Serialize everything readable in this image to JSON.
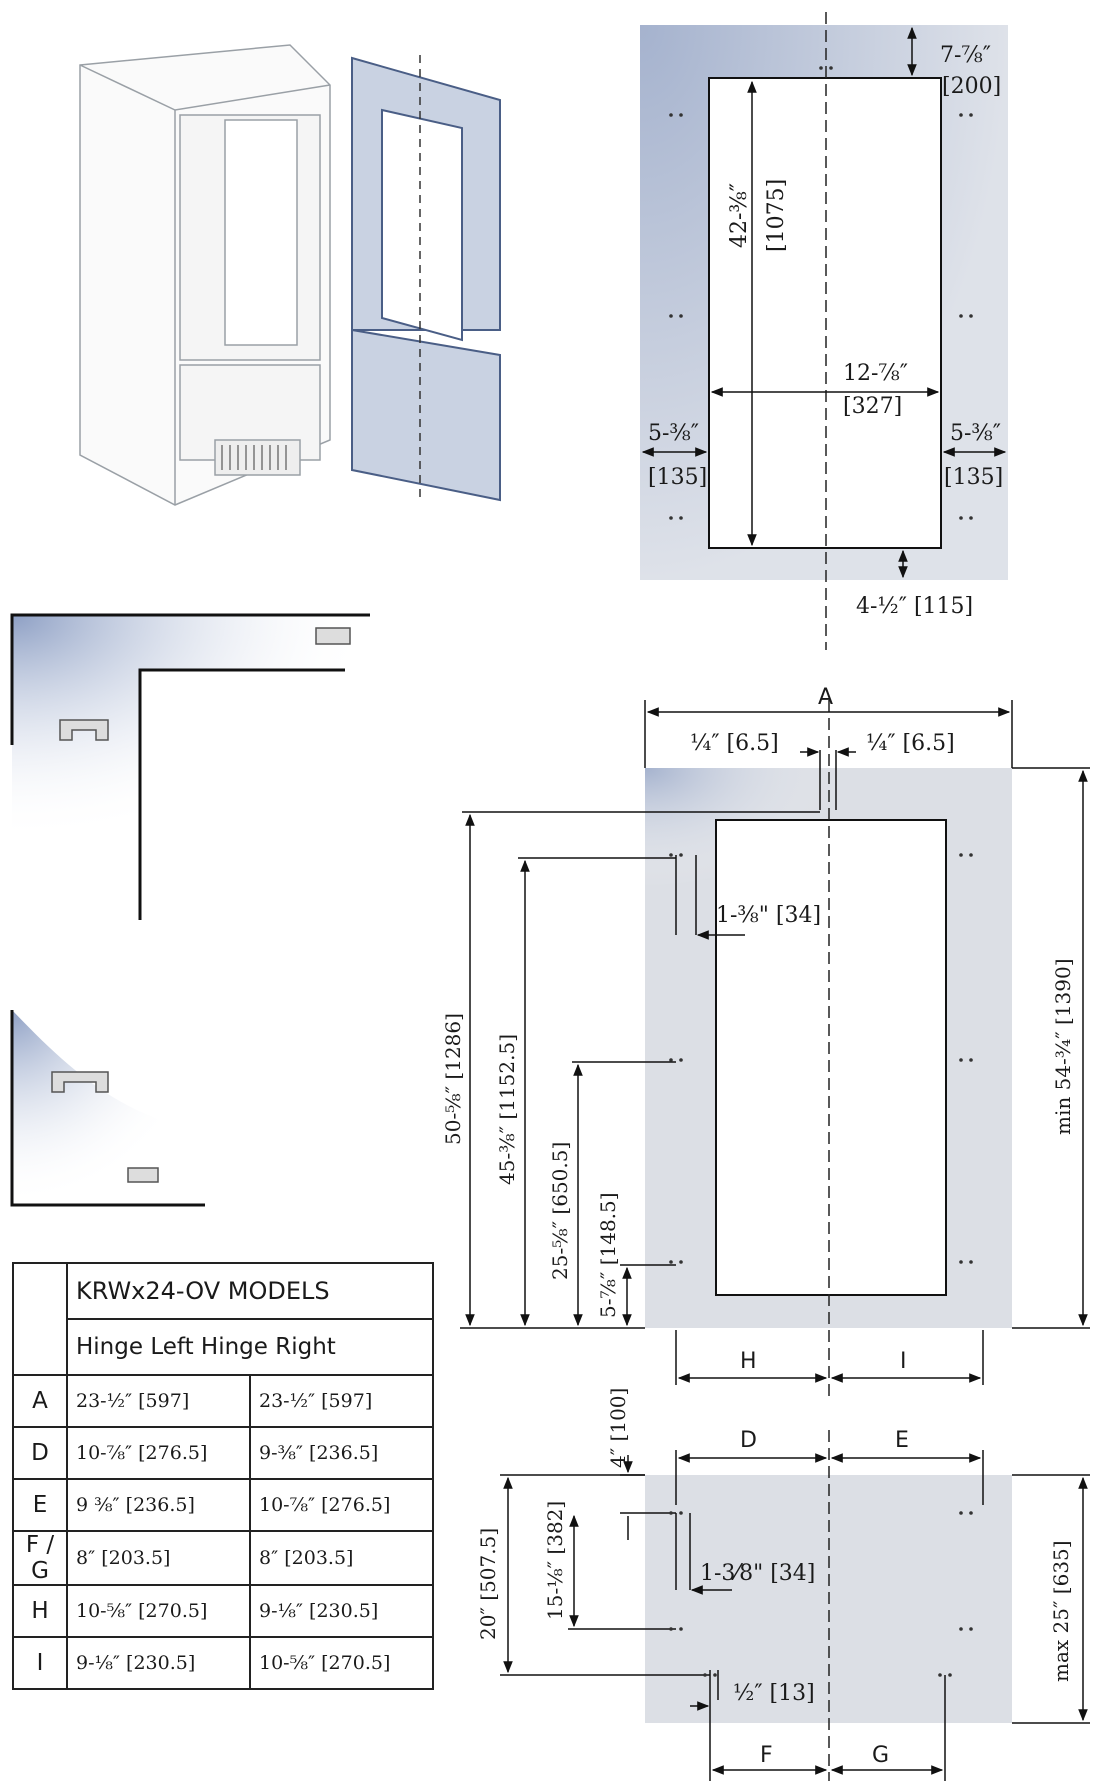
{
  "panel_top": {
    "top_gap": "7-⅞″",
    "top_gap_mm": "[200]",
    "height": "42-⅜″",
    "height_mm": "[1075]",
    "width": "12-⅞″",
    "width_mm": "[327]",
    "left": "5-⅜″",
    "left_mm": "[135]",
    "right": "5-⅜″",
    "right_mm": "[135]",
    "bottom": "4-½″ [115]"
  },
  "panel_door": {
    "label_a": "A",
    "gap_left": "¼″ [6.5]",
    "gap_right": "¼″ [6.5]",
    "hinge_offset": "1-⅜\" [34]",
    "min_height": "min 54-¾″ [1390]",
    "h1": "50-⅝″ [1286]",
    "h2": "45-⅜″ [1152.5]",
    "h3": "25-⅝″ [650.5]",
    "h4": "5-⅞″ [148.5]",
    "label_h": "H",
    "label_i": "I"
  },
  "panel_drawer": {
    "label_d": "D",
    "label_e": "E",
    "top": "4″ [100]",
    "height": "20″ [507.5]",
    "inner": "15-⅛″ [382]",
    "offset": "1-3⁄8\" [34]",
    "half": "½″ [13]",
    "max_height": "max 25″ [635]",
    "label_f": "F",
    "label_g": "G"
  },
  "table": {
    "title": "KRWx24-OV MODELS",
    "sub_left": "Hinge Left H",
    "sub_right": "inge Right",
    "rows": [
      {
        "key": "A",
        "left": "23-½″ [597]",
        "right": "23-½″ [597]"
      },
      {
        "key": "D",
        "left": "10-⅞″ [276.5]",
        "right": "9-⅜″ [236.5]"
      },
      {
        "key": "E",
        "left": "9 ⅜″ [236.5]",
        "right": "10-⅞″ [276.5]"
      },
      {
        "key": "F / G",
        "left": "8″ [203.5]",
        "right": "8″ [203.5]"
      },
      {
        "key": "H",
        "left": "10-⅝″ [270.5]",
        "right": "9-⅛″ [230.5]"
      },
      {
        "key": "I",
        "left": "9-⅛″ [230.5]",
        "right": "10-⅝″ [270.5]"
      }
    ]
  }
}
